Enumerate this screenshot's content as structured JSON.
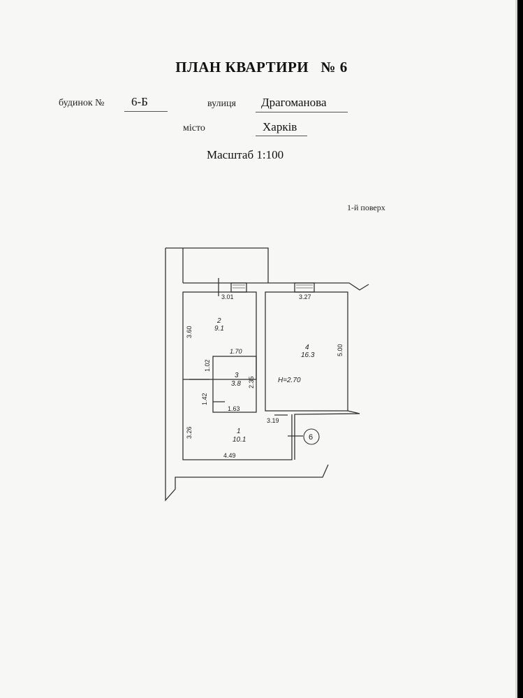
{
  "header": {
    "title": "ПЛАН КВАРТИРИ   № 6",
    "house_label": "будинок №",
    "house_number": "6-Б",
    "street_label": "вулиця",
    "street": "Драгоманова",
    "city_label": "місто",
    "city": "Харків",
    "scale": "Масштаб 1:100",
    "floor": "1-й поверх"
  },
  "plan": {
    "rooms": [
      {
        "number": "1",
        "area": "10.1"
      },
      {
        "number": "2",
        "area": "9.1"
      },
      {
        "number": "3",
        "area": "3.8"
      },
      {
        "number": "4",
        "area": "16.3"
      }
    ],
    "ceiling_height": "H=2.70",
    "dimensions": {
      "room2_width": "3.01",
      "room4_width": "3.27",
      "room2_height": "3.60",
      "room4_height": "5.00",
      "room3_top": "1.70",
      "room3_left": "1.02",
      "room3_right": "2.35",
      "hall_left_upper": "1.42",
      "room3_bottom": "1.63",
      "hall_top": "3.19",
      "room1_height": "3.26",
      "room1_width": "4.49"
    },
    "apartment_marker": "6"
  }
}
